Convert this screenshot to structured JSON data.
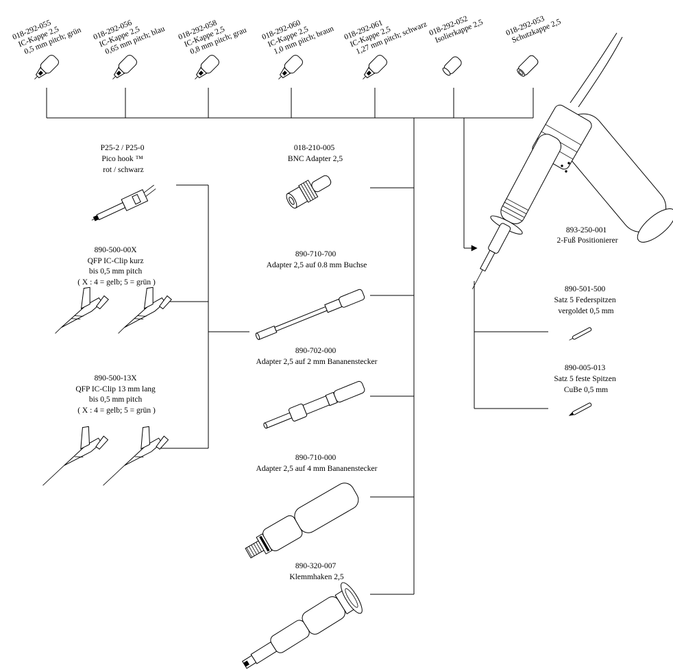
{
  "caps": [
    {
      "lines": [
        "018-292-055",
        "IC-Kappe 2,5",
        "0,5 mm pitch; grün"
      ]
    },
    {
      "lines": [
        "018-292-056",
        "IC-Kappe 2,5",
        "0,65 mm pitch; blau"
      ]
    },
    {
      "lines": [
        "018-292-058",
        "IC-Kappe 2,5",
        "0,8 mm pitch; grau"
      ]
    },
    {
      "lines": [
        "018-292-060",
        "IC-Kappe 2,5",
        "1,0 mm pitch; braun"
      ]
    },
    {
      "lines": [
        "018-292-061",
        "IC-Kappe 2,5",
        "1,27 mm pitch; schwarz"
      ]
    },
    {
      "lines": [
        "018-292-052",
        "Isolierkappe 2,5"
      ]
    },
    {
      "lines": [
        "018-292-053",
        "Schutzkappe 2,5"
      ]
    }
  ],
  "left_parts": [
    {
      "lines": [
        "P25-2 / P25-0",
        "Pico hook ™",
        "rot / schwarz"
      ]
    },
    {
      "lines": [
        "890-500-00X",
        "QFP IC-Clip kurz",
        "bis 0,5 mm pitch",
        "( X : 4 = gelb; 5 = grün )"
      ]
    },
    {
      "lines": [
        "890-500-13X",
        "QFP IC-Clip 13 mm lang",
        "bis 0,5 mm pitch",
        "( X : 4 = gelb; 5 = grün )"
      ]
    }
  ],
  "center_parts": [
    {
      "lines": [
        "018-210-005",
        "BNC Adapter 2,5"
      ]
    },
    {
      "lines": [
        "890-710-700",
        "Adapter 2,5 auf 0.8 mm Buchse"
      ]
    },
    {
      "lines": [
        "890-702-000",
        "Adapter 2,5 auf 2 mm Bananenstecker"
      ]
    },
    {
      "lines": [
        "890-710-000",
        "Adapter 2,5 auf 4 mm Bananenstecker"
      ]
    },
    {
      "lines": [
        "890-320-007",
        "Klemmhaken 2,5"
      ]
    }
  ],
  "right_parts": [
    {
      "lines": [
        "893-250-001",
        "2-Fuß Positionierer"
      ]
    },
    {
      "lines": [
        "890-501-500",
        "Satz 5 Federspitzen",
        "vergoldet 0,5 mm"
      ]
    },
    {
      "lines": [
        "890-005-013",
        "Satz 5 feste Spitzen",
        "CuBe 0,5 mm"
      ]
    }
  ]
}
